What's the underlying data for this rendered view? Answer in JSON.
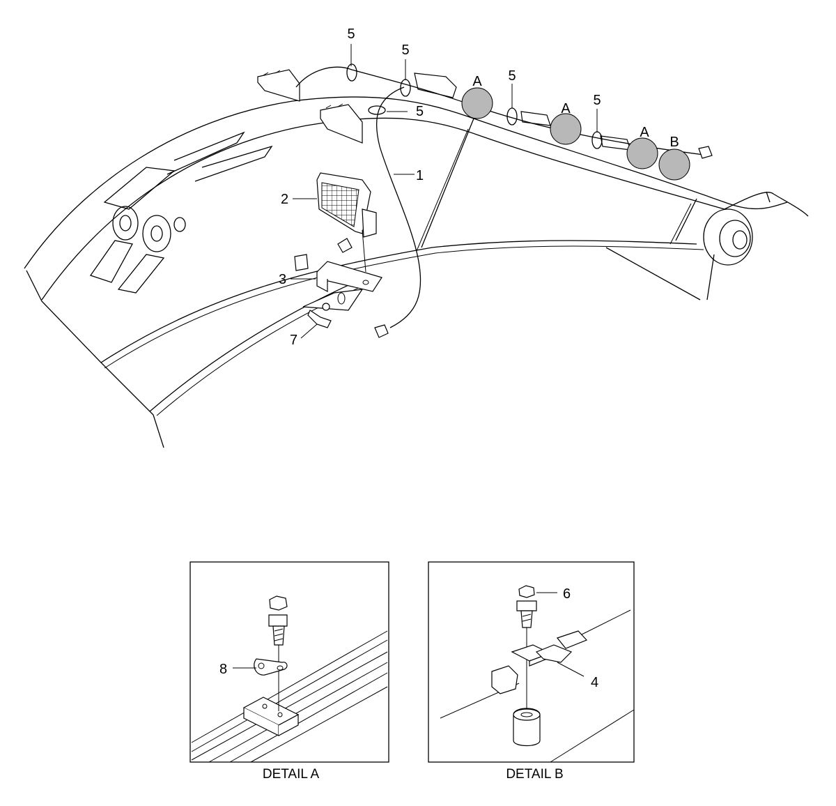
{
  "callouts": {
    "harness": "1",
    "work_lamp": "2",
    "bracket": "3",
    "clip": "4",
    "band": "5",
    "bolt": "6",
    "bolt_set": "7",
    "clamp": "8"
  },
  "detail_markers": {
    "a": "A",
    "b": "B"
  },
  "details": {
    "a_caption": "DETAIL A",
    "b_caption": "DETAIL B"
  }
}
